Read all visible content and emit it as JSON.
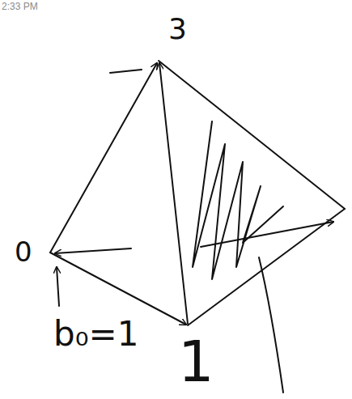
{
  "diagram": {
    "labels": [
      "2:33 PM",
      "3",
      "0",
      "1",
      "b₀=1"
    ]
  }
}
